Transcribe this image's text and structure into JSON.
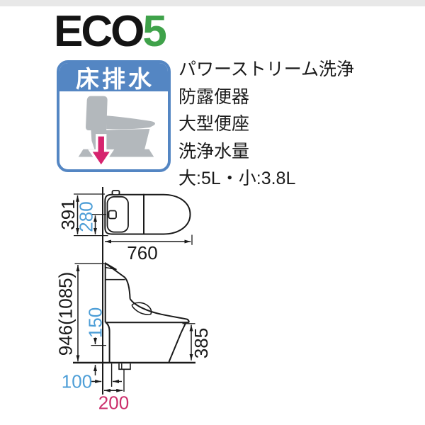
{
  "header": {
    "brand_black": "ECO",
    "brand_green": "5"
  },
  "badge": {
    "title": "床排水",
    "pictogram": "toilet-side-view-with-floor-drain-arrow"
  },
  "features": [
    "パワーストリーム洗浄",
    "防露便器",
    "大型便座",
    "洗浄水量",
    "大:5L・小:3.8L"
  ],
  "diagram": {
    "labels": {
      "d391": "391",
      "d280": "280",
      "d760": "760",
      "d946": "946(1085)",
      "d150": "150",
      "d385": "385",
      "d100": "100",
      "d200": "200"
    }
  },
  "colors": {
    "brand_green": "#3fa24a",
    "badge_blue": "#5486c3",
    "arrow_pink": "#d6246e",
    "toilet_gray": "#b3b8bc",
    "dim_blue": "#4d9ed7",
    "dim_magenta": "#cb2e6b",
    "line_black": "#1a1a1a",
    "top_strip_gray": "#e8e8e8"
  }
}
